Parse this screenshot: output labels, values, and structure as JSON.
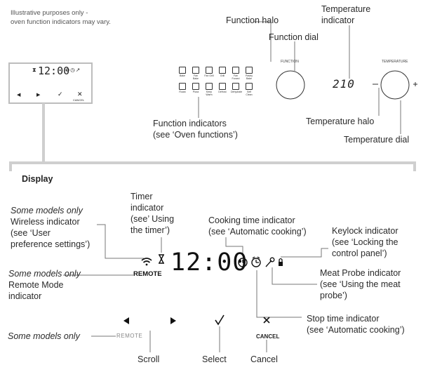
{
  "note": [
    "Illustrative purposes only -",
    "oven function indicators may vary."
  ],
  "top": {
    "mini_display": {
      "clock": "12:00",
      "cancel": "CANCEL"
    },
    "function_indicator_labels": [
      "Bake",
      "Fan Bake",
      "Fan Grill",
      "Grill",
      "Fan Forced",
      "Pastry Bake",
      "Roast",
      "Pizza",
      "Keep Warm",
      "Defrost",
      "Dehydrate",
      "Self Clean"
    ],
    "dial_function_label": "FUNCTION",
    "dial_temperature_label": "TEMPERATURE",
    "temperature_readout": "210",
    "callouts": {
      "function_halo": "Function halo",
      "function_dial": "Function dial",
      "temperature_indicator": [
        "Temperature",
        "indicator"
      ],
      "function_indicators": [
        "Function indicators",
        "(see ‘Oven functions’)"
      ],
      "temperature_halo": "Temperature halo",
      "temperature_dial": "Temperature dial"
    }
  },
  "display": {
    "heading": "Display",
    "clock": "12:00",
    "remote_text": "REMOTE",
    "remote_button_text": "REMOTE",
    "cancel_text": "CANCEL",
    "callouts": {
      "wireless": {
        "qualifier": "Some models only",
        "lines": [
          "Wireless indicator",
          "(see ‘User",
          "preference settings’)"
        ]
      },
      "timer": [
        "Timer",
        "indicator",
        "(see’ Using",
        "the timer’)"
      ],
      "cooking_time": [
        "Cooking time indicator",
        "(see ‘Automatic cooking’)"
      ],
      "keylock": [
        "Keylock indicator",
        "(see ‘Locking the",
        "control panel’)"
      ],
      "remote_mode": {
        "qualifier": "Some models only",
        "lines": [
          "Remote Mode",
          "indicator"
        ]
      },
      "meat_probe": [
        "Meat Probe indicator",
        "(see ‘Using the meat",
        "probe’)"
      ],
      "stop_time": [
        "Stop time indicator",
        "(see ‘Automatic cooking’)"
      ],
      "scroll_qualifier": "Some models only"
    },
    "button_labels": {
      "scroll": "Scroll",
      "select": "Select",
      "cancel": "Cancel"
    }
  },
  "icons": [
    "wifi-icon",
    "hourglass-icon",
    "cooking-time-icon",
    "stop-time-icon",
    "meat-probe-icon",
    "lock-icon",
    "arrow-left-icon",
    "arrow-right-icon",
    "checkmark-icon",
    "cancel-x-icon"
  ],
  "colors": {
    "line": "#8a8a8a",
    "panel": "#cfcfcf",
    "text": "#222222"
  }
}
